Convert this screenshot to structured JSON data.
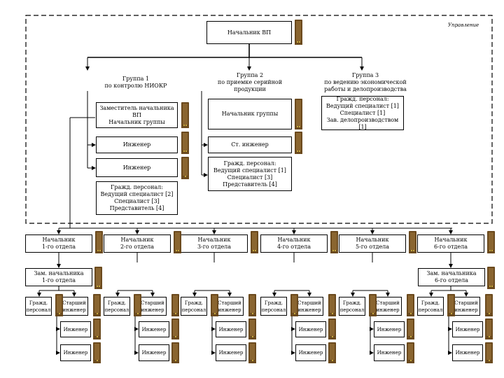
{
  "diagram": {
    "management_label": "Управление",
    "top": {
      "head": "Начальник ВП"
    },
    "groups": [
      {
        "title": "Группа 1\nпо контролю НИОКР",
        "deputy": "Заместитель начальника ВП\nНачальник группы",
        "engineer_a": "Инженер",
        "engineer_b": "Инженер",
        "civil": "Гражд. персонал:\nВедущий специалист [2]\nСпециалист [3]\nПредставитель [4]"
      },
      {
        "title": "Группа 2\nпо приемке серийной\nпродукции",
        "head": "Начальник группы",
        "senior_engineer": "Ст. инженер",
        "civil": "Гражд. персонал:\nВедущий специалист [1]\nСпециалист [3]\nПредставитель [4]"
      },
      {
        "title": "Группа 3\nпо ведению экономической\nработы и делопроизводства",
        "civil": "Гражд. персонал:\nВедущий специалист [1]\nСпециалист [1]\nЗав. делопроизводством [1]"
      }
    ],
    "departments": [
      {
        "head": "Начальник\n1-го отдела",
        "deputy": "Зам. начальника\n1-го отдела",
        "civil": "Гражд.\nперсонал",
        "senior": "Старший\nинженер",
        "engineer_a": "Инженер",
        "engineer_b": "Инженер"
      },
      {
        "head": "Начальник\n2-го отдела",
        "civil": "Гражд.\nперсонал",
        "senior": "Старший\nинженер",
        "engineer_a": "Инженер",
        "engineer_b": "Инженер"
      },
      {
        "head": "Начальник\n3-го отдела",
        "civil": "Гражд.\nперсонал",
        "senior": "Старший\nинженер",
        "engineer_a": "Инженер",
        "engineer_b": "Инженер"
      },
      {
        "head": "Начальник\n4-го отдела",
        "civil": "Гражд.\nперсонал",
        "senior": "Старший\nинженер",
        "engineer_a": "Инженер",
        "engineer_b": "Инженер"
      },
      {
        "head": "Начальник\n5-го отдела",
        "civil": "Гражд.\nперсонал",
        "senior": "Старший\nинженер",
        "engineer_a": "Инженер",
        "engineer_b": "Инженер"
      },
      {
        "head": "Начальник\n6-го отдела",
        "deputy": "Зам. начальника\n6-го отдела",
        "civil": "Гражд.\nперсонал",
        "senior": "Старший\nинженер",
        "engineer_a": "Инженер",
        "engineer_b": "Инженер"
      }
    ],
    "colors": {
      "line": "#000000",
      "epaulet": "#6b4a1e",
      "epaulet_inner": "#8a6530",
      "star": "#e6c64a"
    }
  }
}
